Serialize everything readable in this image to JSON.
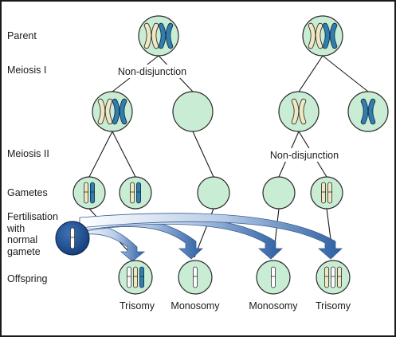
{
  "row_labels": {
    "parent": "Parent",
    "meiosis_1": "Meiosis I",
    "meiosis_2": "Meiosis II",
    "gametes": "Gametes",
    "fertilisation_line1": "Fertilisation",
    "fertilisation_line2": "with",
    "fertilisation_line3": "normal",
    "fertilisation_line4": "gamete",
    "offspring": "Offspring"
  },
  "event_labels": {
    "left_nondisjunction": "Non-disjunction",
    "right_nondisjunction": "Non-disjunction"
  },
  "offspring_results": [
    "Trisomy",
    "Monosomy",
    "Monosomy",
    "Trisomy"
  ],
  "colors": {
    "cell_fill": "#c9ecd5",
    "cell_stroke": "#2b2b2b",
    "chromosome_cream": "#efe8c2",
    "chromosome_blue": "#2e7fb0",
    "arrow_light": "#e6eef8",
    "arrow_dark": "#2b5fa3",
    "gamete_fill": "#1f4f93",
    "border": "#1a1a1a"
  }
}
